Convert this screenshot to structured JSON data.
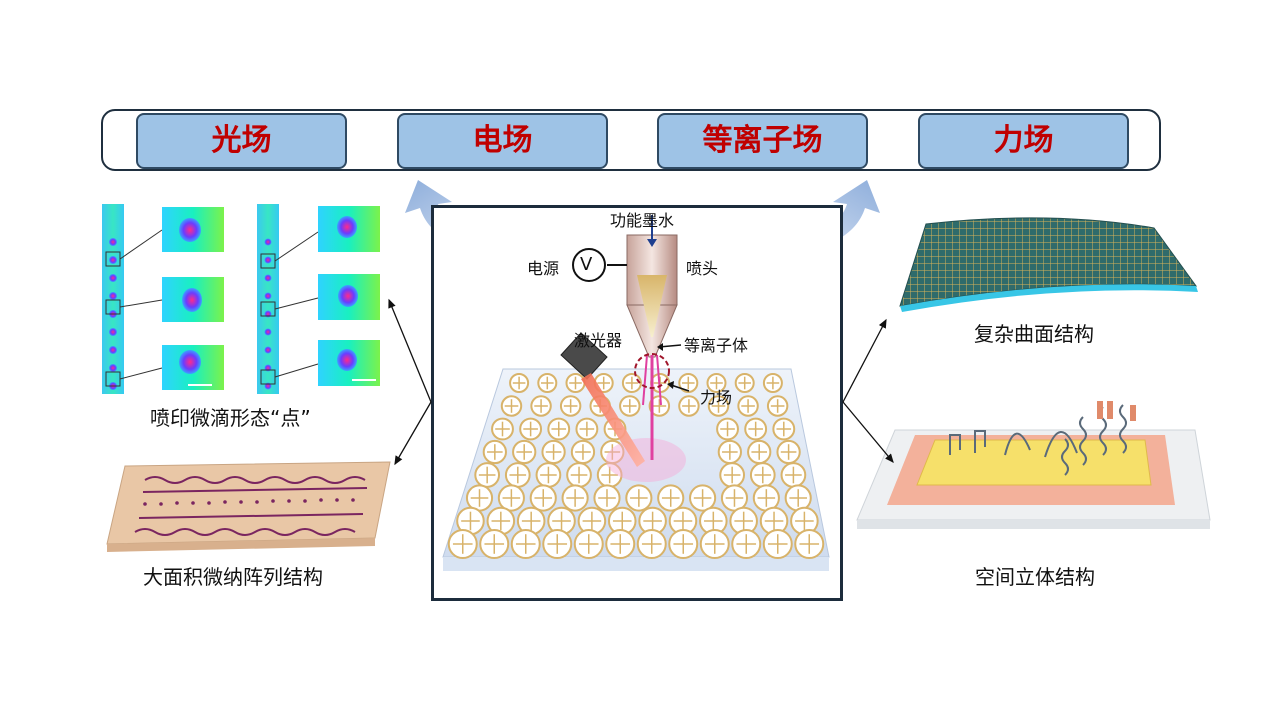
{
  "fields": {
    "items": [
      {
        "label": "光场"
      },
      {
        "label": "电场"
      },
      {
        "label": "等离子场"
      },
      {
        "label": "力场"
      }
    ]
  },
  "center": {
    "ink_label": "功能墨水",
    "power_label": "电源",
    "voltage_symbol": "V",
    "nozzle_label": "喷头",
    "laser_label": "激光器",
    "plasma_label": "等离子体",
    "force_label": "力场"
  },
  "left": {
    "droplet_caption": "喷印微滴形态“点”",
    "array_caption": "大面积微纳阵列结构"
  },
  "right": {
    "surface_caption": "复杂曲面结构",
    "spatial_caption": "空间立体结构"
  },
  "colors": {
    "field_box_fill": "#9ec3e6",
    "field_text": "#c00000",
    "frame_border": "#1f2f3f",
    "arrow_blue": "#a9c1e4"
  }
}
